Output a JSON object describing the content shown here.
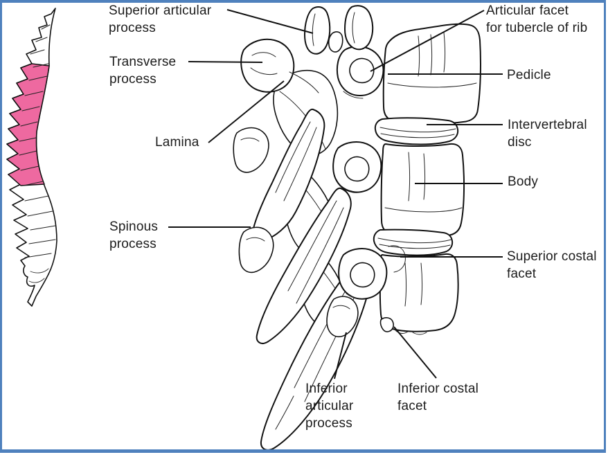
{
  "colors": {
    "frame_blue": "#4f81bd",
    "thoracic_pink": "#ee69a0",
    "ink": "#111111"
  },
  "diagram": {
    "labels": {
      "superior_articular_process": "Superior articular\nprocess",
      "transverse_process": "Transverse\nprocess",
      "lamina": "Lamina",
      "spinous_process": "Spinous\nprocess",
      "articular_facet_for_tubercle_of_rib": "Articular facet\nfor tubercle of rib",
      "pedicle": "Pedicle",
      "intervertebral_disc": "Intervertebral\ndisc",
      "body": "Body",
      "superior_costal_facet": "Superior costal\nfacet",
      "inferior_articular_process": "Inferior\narticular\nprocess",
      "inferior_costal_facet": "Inferior costal\nfacet"
    }
  }
}
